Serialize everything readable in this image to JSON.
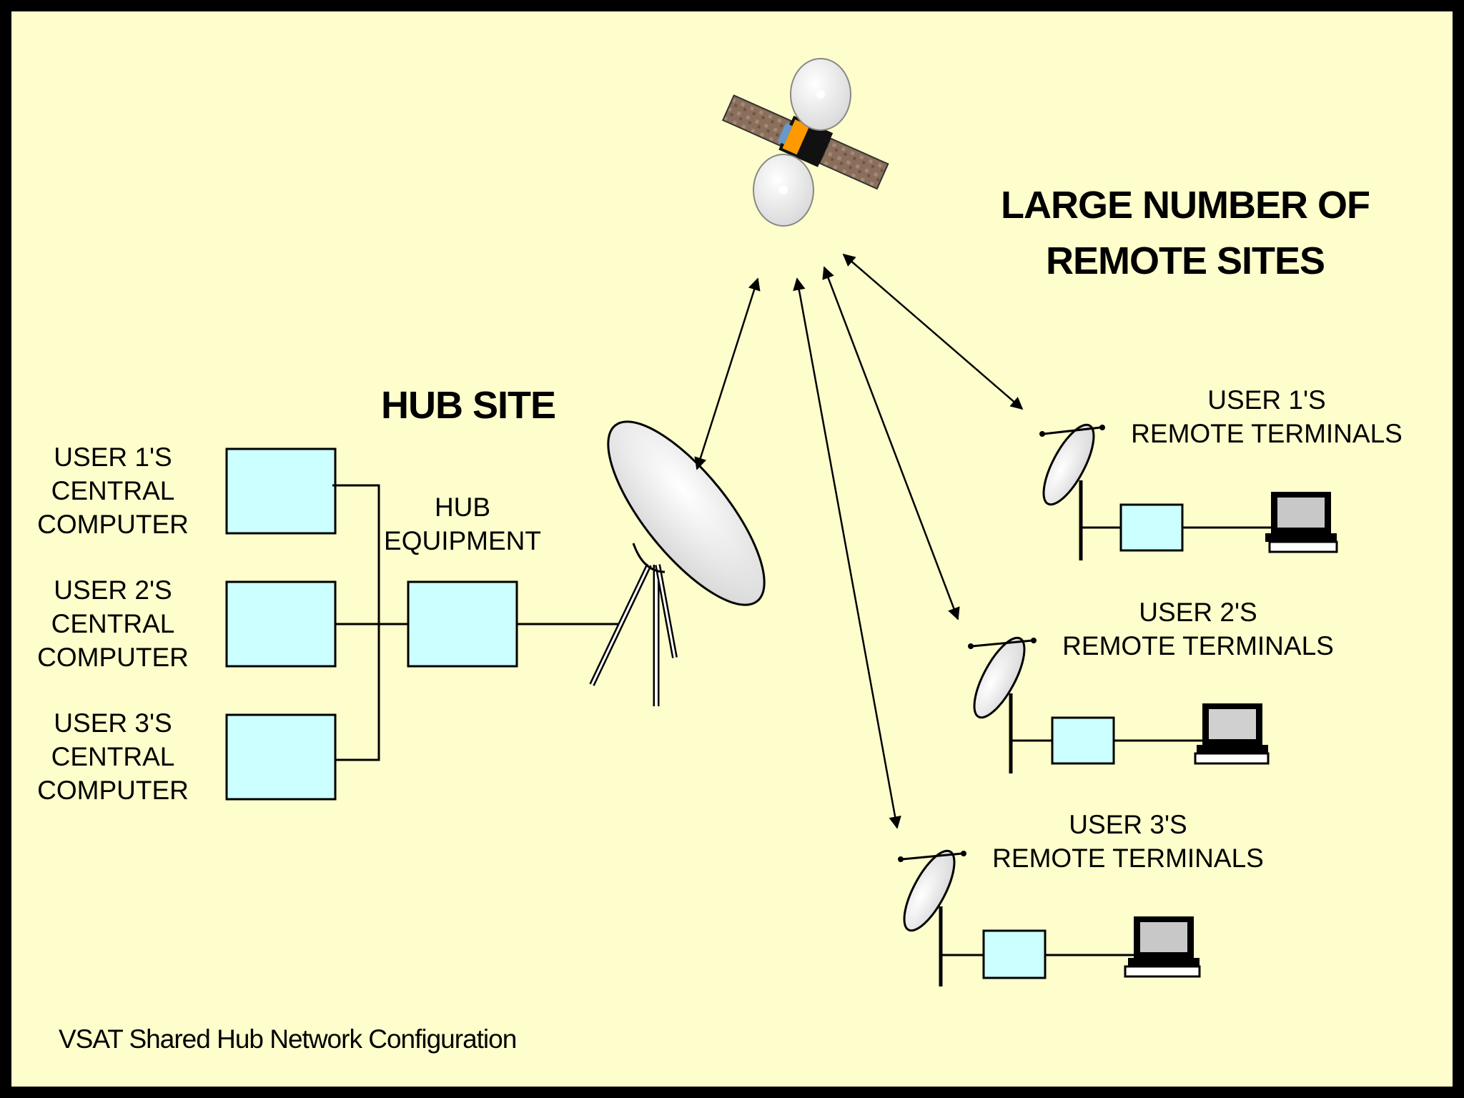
{
  "title_remote": {
    "line1": "LARGE NUMBER OF",
    "line2": "REMOTE SITES"
  },
  "hub": {
    "title": "HUB SITE",
    "equipment_line1": "HUB",
    "equipment_line2": "EQUIPMENT"
  },
  "central_computers": [
    {
      "line1": "USER 1'S",
      "line2": "CENTRAL",
      "line3": "COMPUTER"
    },
    {
      "line1": "USER 2'S",
      "line2": "CENTRAL",
      "line3": "COMPUTER"
    },
    {
      "line1": "USER 3'S",
      "line2": "CENTRAL",
      "line3": "COMPUTER"
    }
  ],
  "remote_terminals": [
    {
      "line1": "USER 1'S",
      "line2": "REMOTE TERMINALS"
    },
    {
      "line1": "USER 2'S",
      "line2": "REMOTE TERMINALS"
    },
    {
      "line1": "USER 3'S",
      "line2": "REMOTE TERMINALS"
    }
  ],
  "caption": "VSAT Shared Hub Network Configuration",
  "colors": {
    "background": "#fefecc",
    "box_fill": "#ccffff",
    "border": "#000000",
    "dish": "#f2f2f2",
    "solar_panel": "#8b6f5c",
    "satellite_body": "#ff9900"
  }
}
